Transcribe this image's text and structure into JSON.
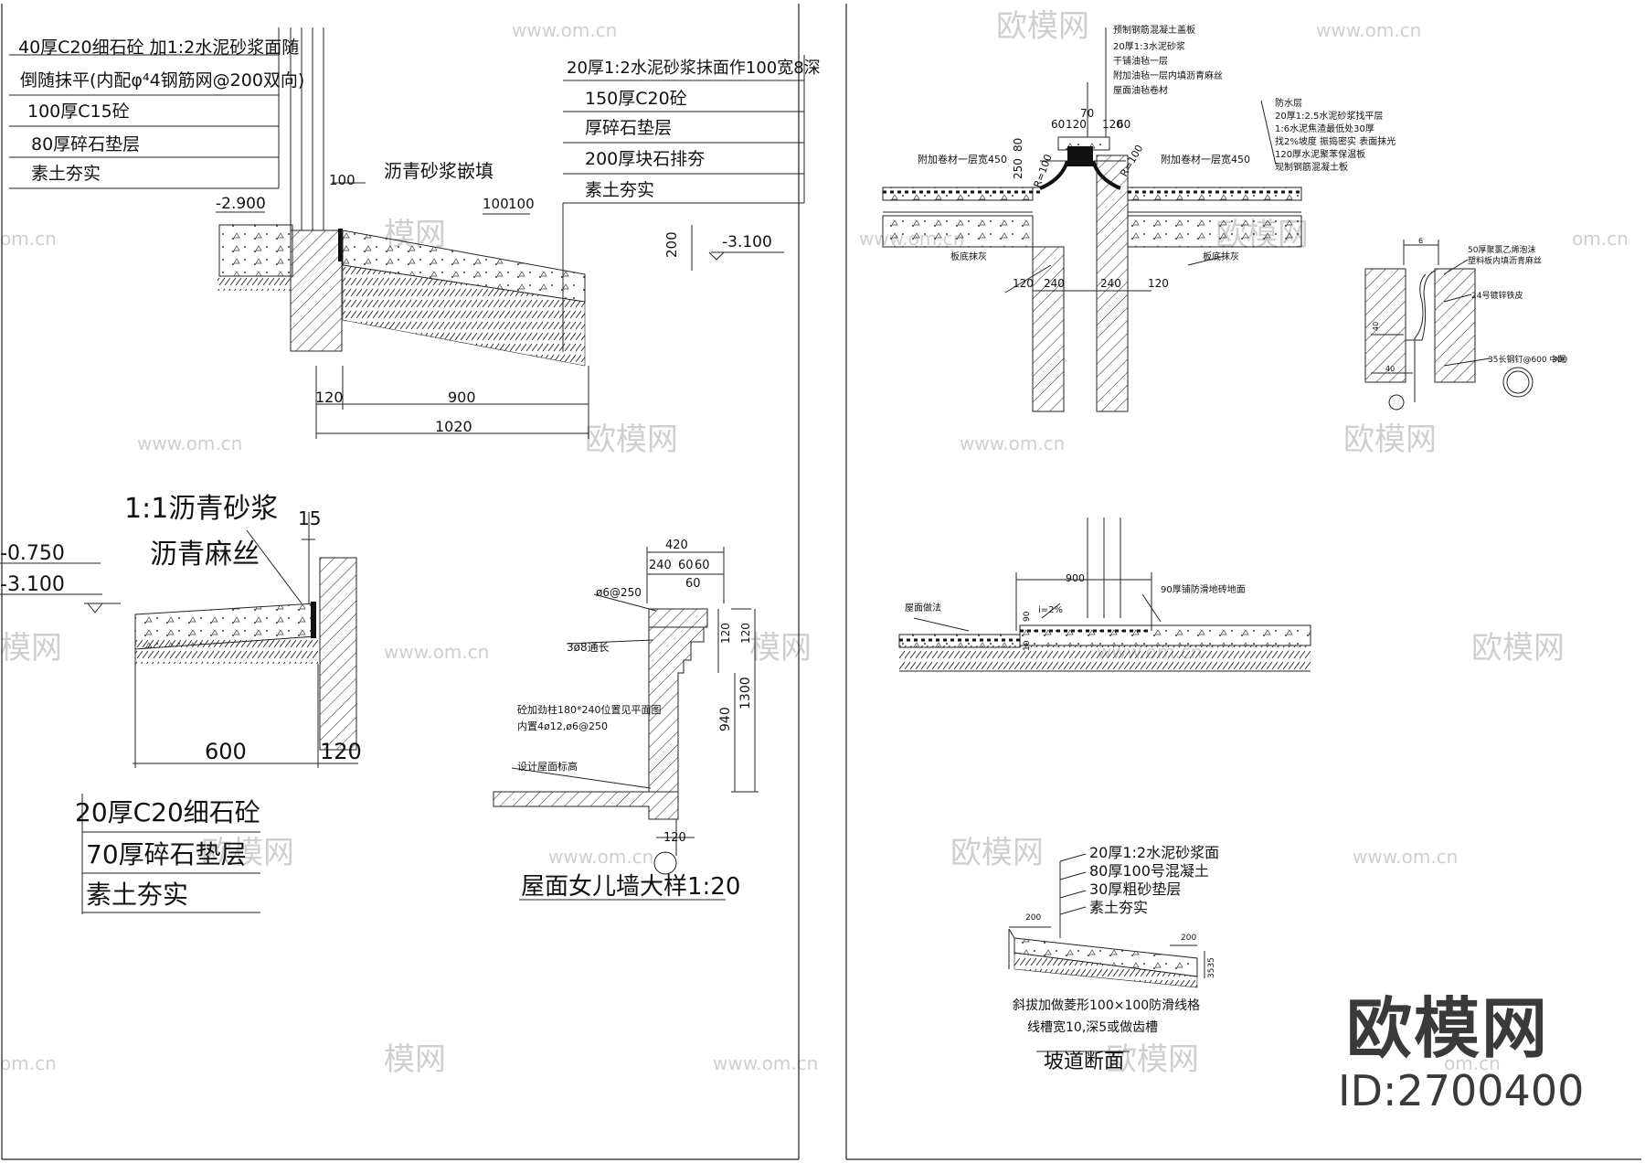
{
  "watermark": {
    "cn": "欧模网",
    "url": "www.om.cn",
    "url_short": "om.cn",
    "cn_partial": "模网"
  },
  "brand": {
    "logo": "欧模网",
    "id": "ID:2700400"
  },
  "panel_a": {
    "notes_left": [
      "40厚C20细石砼 加1:2水泥砂浆面随",
      "倒随抹平(内配φ⁴4钢筋网@200双向)",
      "100厚C15砼",
      "80厚碎石垫层",
      "素土夯实"
    ],
    "notes_right": [
      "20厚1:2水泥砂浆抹面作100宽8深",
      "150厚C20砼",
      "厚碎石垫层",
      "200厚块石排夯",
      "素土夯实"
    ],
    "label_fill": "沥青砂浆嵌填",
    "elev_left": "-2.900",
    "elev_right": "-3.100",
    "dims": {
      "d100": "100",
      "d100b": "100",
      "d100c": "100",
      "d200": "200",
      "d120": "120",
      "d900": "900",
      "d1020": "1020"
    }
  },
  "panel_b": {
    "label_mortar": "1:1沥青砂浆",
    "label_hemp": "沥青麻丝",
    "elev_top": "-0.750",
    "elev_bottom": "-3.100",
    "dims": {
      "d15": "15",
      "d600": "600",
      "d120": "120"
    },
    "notes": [
      "20厚C20细石砼",
      "70厚碎石垫层",
      "素土夯实"
    ]
  },
  "panel_c": {
    "title": "屋面女儿墙大样1:20",
    "dims": {
      "d420": "420",
      "d240": "240",
      "d60a": "60",
      "d60b": "60",
      "d60c": "60",
      "d120a": "120",
      "d120b": "120",
      "d1300": "1300",
      "d940": "940",
      "d120c": "120"
    },
    "labels": [
      "ø6@250",
      "3ø8通长",
      "砼加劲柱180*240位置见平面图",
      "内置4ø12,ø6@250",
      "设计屋面标高"
    ]
  },
  "panel_d": {
    "top_notes": [
      "预制钢筋混凝土盖板",
      "20厚1:3水泥砂浆",
      "干铺油毡一层",
      "附加油毡一层内填沥青麻丝",
      "屋面油毡卷材"
    ],
    "right_notes": [
      "防水层",
      "20厚1:2.5水泥砂浆找平层",
      "1:6水泥焦渣最低处30厚",
      "找2%坡度 振捣密实 表面抹光",
      "120厚水泥聚苯保温板",
      "现制钢筋混凝土板"
    ],
    "left_label": "附加卷材一层宽450",
    "right_label": "附加卷材一层宽450",
    "dims": {
      "d60a": "60",
      "d120a": "120",
      "d70": "70",
      "d120b": "120",
      "d60b": "60",
      "d250": "250",
      "d80": "80",
      "r100a": "R=100",
      "r100b": "R=100",
      "d120c": "120",
      "d240a": "240",
      "d240b": "240",
      "d120d": "120"
    },
    "ceiling_left": "板底抹灰",
    "ceiling_right": "板底抹灰"
  },
  "panel_e": {
    "labels": [
      "50厚聚氯乙烯泡沫",
      "塑料板内填沥青麻丝",
      "24号镀锌铁皮",
      "35长钢钉@600 中距",
      "300"
    ],
    "dims": {
      "d6": "6",
      "d40a": "40",
      "d40b": "40"
    }
  },
  "panel_f": {
    "dims": {
      "d900": "900",
      "d90": "90",
      "d10": "10"
    },
    "slope": "i=2%",
    "left_label": "屋面做法",
    "right_label": "90厚铺防滑地砖地面"
  },
  "panel_g": {
    "notes": [
      "20厚1:2水泥砂浆面",
      "80厚100号混凝土",
      "30厚粗砂垫层",
      "素土夯实"
    ],
    "dims": {
      "d200a": "200",
      "d200b": "200",
      "d3535": "3535"
    },
    "desc": [
      "斜拔加做菱形100×100防滑线格",
      "线槽宽10,深5或做齿槽"
    ],
    "title": "坡道断面"
  }
}
